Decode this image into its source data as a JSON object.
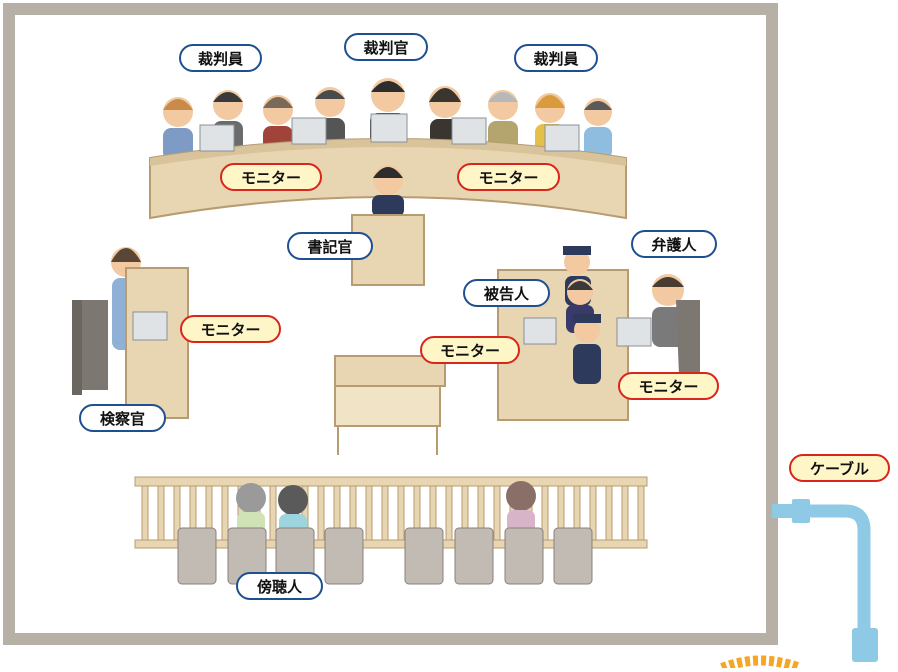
{
  "colors": {
    "wall": "#b7b0a6",
    "furniture": "#e8d5b1",
    "furniture_edge": "#b79c72",
    "monitor": "#dfe3e6",
    "cable": "#8ecae6",
    "role_label_border": "#1e4f91",
    "device_label_border": "#d8261c",
    "device_label_fill": "#fff6c8",
    "glow": "#f5a623"
  },
  "labels": {
    "judge_left": "裁判員",
    "judge_center": "裁判官",
    "judge_right": "裁判員",
    "monitor_bench_left": "モニター",
    "monitor_bench_right": "モニター",
    "clerk": "書記官",
    "defense_counsel": "弁護人",
    "defendant": "被告人",
    "monitor_prosecutor": "モニター",
    "monitor_center": "モニター",
    "monitor_defense": "モニター",
    "prosecutor": "検察官",
    "gallery": "傍聴人",
    "cable": "ケーブル"
  },
  "icons": [
    "courtroom-wall",
    "judges-bench",
    "monitor-icon",
    "person-icon",
    "cable-icon",
    "glow-icon"
  ]
}
